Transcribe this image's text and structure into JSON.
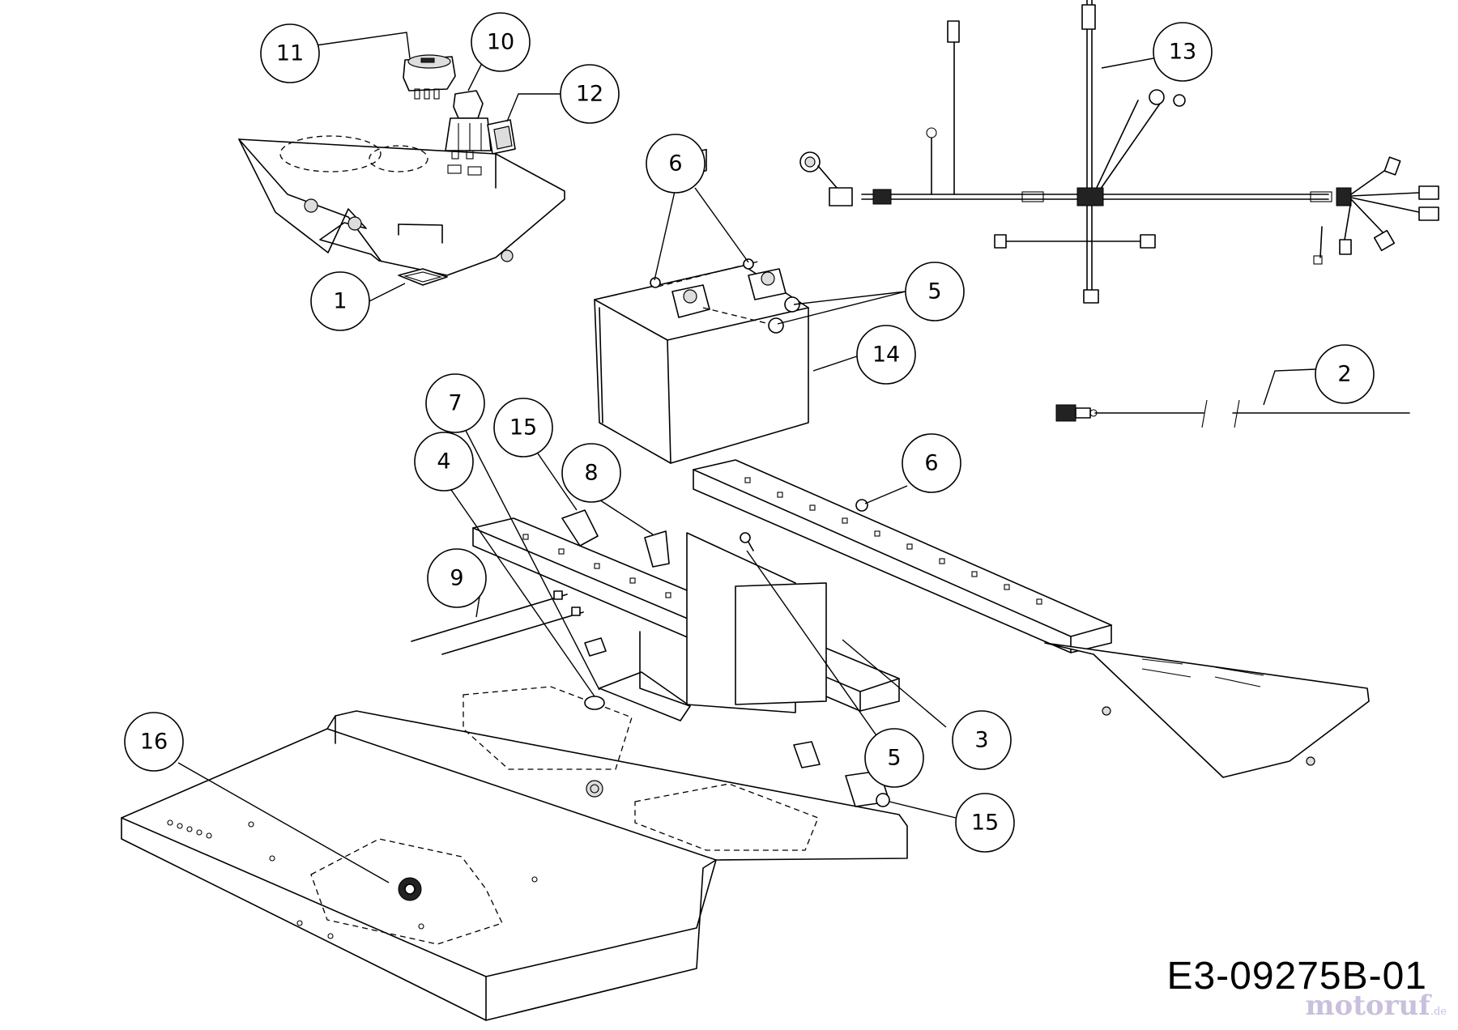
{
  "callouts": [
    {
      "id": "c11",
      "label": "11"
    },
    {
      "id": "c10",
      "label": "10"
    },
    {
      "id": "c12",
      "label": "12"
    },
    {
      "id": "c1",
      "label": "1"
    },
    {
      "id": "c6a",
      "label": "6"
    },
    {
      "id": "c13",
      "label": "13"
    },
    {
      "id": "c5a",
      "label": "5"
    },
    {
      "id": "c14",
      "label": "14"
    },
    {
      "id": "c2",
      "label": "2"
    },
    {
      "id": "c7",
      "label": "7"
    },
    {
      "id": "c15a",
      "label": "15"
    },
    {
      "id": "c4",
      "label": "4"
    },
    {
      "id": "c8",
      "label": "8"
    },
    {
      "id": "c6b",
      "label": "6"
    },
    {
      "id": "c9",
      "label": "9"
    },
    {
      "id": "c3",
      "label": "3"
    },
    {
      "id": "c5b",
      "label": "5"
    },
    {
      "id": "c16",
      "label": "16"
    },
    {
      "id": "c15b",
      "label": "15"
    }
  ],
  "drawing_code": "E3-09275B-01",
  "watermark": "motoruf",
  "watermark_suffix": ".de"
}
